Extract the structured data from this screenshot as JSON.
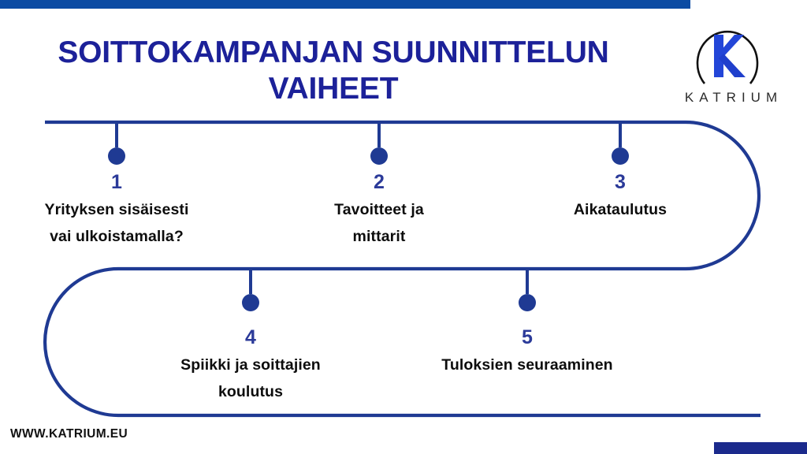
{
  "slide": {
    "title": "SOITTOKAMPANJAN SUUNNITTELUN VAIHEET",
    "footer_url": "WWW.KATRIUM.EU",
    "colors": {
      "top_bar": "#0b4ba3",
      "bottom_bar": "#1b2a8c",
      "title": "#1c2199",
      "path": "#1f3a93",
      "number": "#2b3a99",
      "label": "#0d0d0d",
      "logo_k": "#2346d8",
      "logo_ring": "#111111"
    }
  },
  "logo": {
    "mark_letter": "K",
    "wordmark": "KATRIUM"
  },
  "steps": [
    {
      "number": "1",
      "label": "Yrityksen sisäisesti vai ulkoistamalla?",
      "label_line1": "Yrityksen sisäisesti",
      "label_line2": "vai ulkoistamalla?"
    },
    {
      "number": "2",
      "label": "Tavoitteet ja mittarit",
      "label_line1": "Tavoitteet ja",
      "label_line2": "mittarit"
    },
    {
      "number": "3",
      "label": "Aikataulutus",
      "label_line1": "Aikataulutus",
      "label_line2": ""
    },
    {
      "number": "4",
      "label": "Spiikki ja soittajien koulutus",
      "label_line1": "Spiikki ja soittajien",
      "label_line2": "koulutus"
    },
    {
      "number": "5",
      "label": "Tuloksien seuraaminen",
      "label_line1": "Tuloksien seuraaminen",
      "label_line2": ""
    }
  ]
}
